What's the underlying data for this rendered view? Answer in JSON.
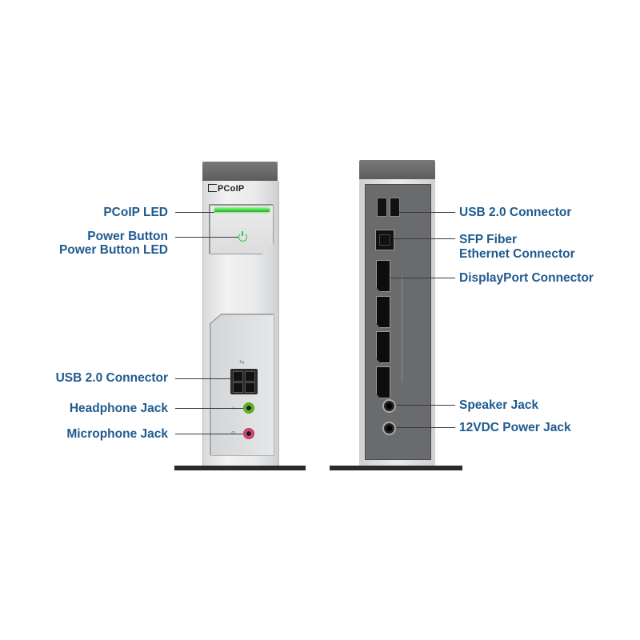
{
  "front": {
    "logo_text": "PCoIP",
    "labels": {
      "pcoip_led": "PCoIP LED",
      "power_button": "Power Button",
      "power_button_led": "Power Button LED",
      "usb": "USB 2.0 Connector",
      "headphone": "Headphone Jack",
      "microphone": "Microphone Jack"
    },
    "colors": {
      "led_green": "#2ecc40",
      "headphone_jack": "#5aa81f",
      "microphone_jack": "#c8305f"
    }
  },
  "rear": {
    "labels": {
      "usb": "USB 2.0 Connector",
      "sfp_line1": "SFP Fiber",
      "sfp_line2": "Ethernet Connector",
      "displayport": "DisplayPort Connector",
      "speaker": "Speaker Jack",
      "power": "12VDC Power Jack"
    }
  },
  "colors": {
    "label_text": "#1f5a8f",
    "device_top": "#6a6a6a",
    "rear_panel": "#6a6b6d"
  }
}
